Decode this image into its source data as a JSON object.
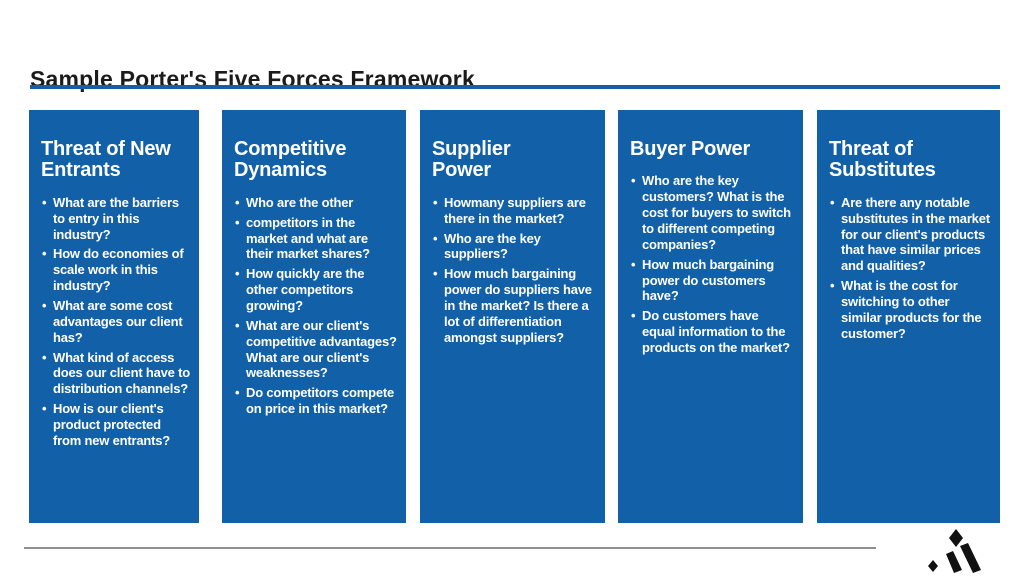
{
  "page": {
    "title": "Sample Porter's Five Forces Framework"
  },
  "colors": {
    "accent_blue": "#1160A8",
    "title_text": "#1b1b1b",
    "panel_text": "#ffffff",
    "divider_gray": "#8f8f8f",
    "logo_black": "#111111"
  },
  "columns": [
    {
      "title": "Threat of New\nEntrants",
      "bullets": [
        "What are the barriers to entry in this industry?",
        "How do economies of scale work in this industry?",
        "What are some cost advantages our client has?",
        "What kind of access does our client have to distribution channels?",
        "How is our client's product protected from new entrants?"
      ]
    },
    {
      "title": "Competitive\nDynamics",
      "bullets": [
        "Who are the other",
        "competitors in the market and what are their market shares?",
        "How quickly are the other competitors growing?",
        "What are our client's competitive advantages? What are our client's weaknesses?",
        "Do competitors compete on price in this market?"
      ]
    },
    {
      "title": "Supplier\nPower",
      "bullets": [
        "Howmany suppliers are there in the market?",
        "Who are the key suppliers?",
        "How much bargaining power do suppliers have in the market? Is there a lot of differentiation amongst suppliers?"
      ]
    },
    {
      "title": "Buyer Power",
      "bullets": [
        "Who are the key customers? What is the cost for buyers to switch to different competing companies?",
        "How much bargaining power do customers have?",
        "Do customers have equal information to the products on the market?"
      ]
    },
    {
      "title": "Threat of\nSubstitutes",
      "bullets": [
        "Are there any notable substitutes in the market for our client's products that have similar prices and qualities?",
        "What is the cost for switching to other similar products for the customer?"
      ]
    }
  ],
  "logo": {
    "name": "diamond-mark-logo"
  }
}
